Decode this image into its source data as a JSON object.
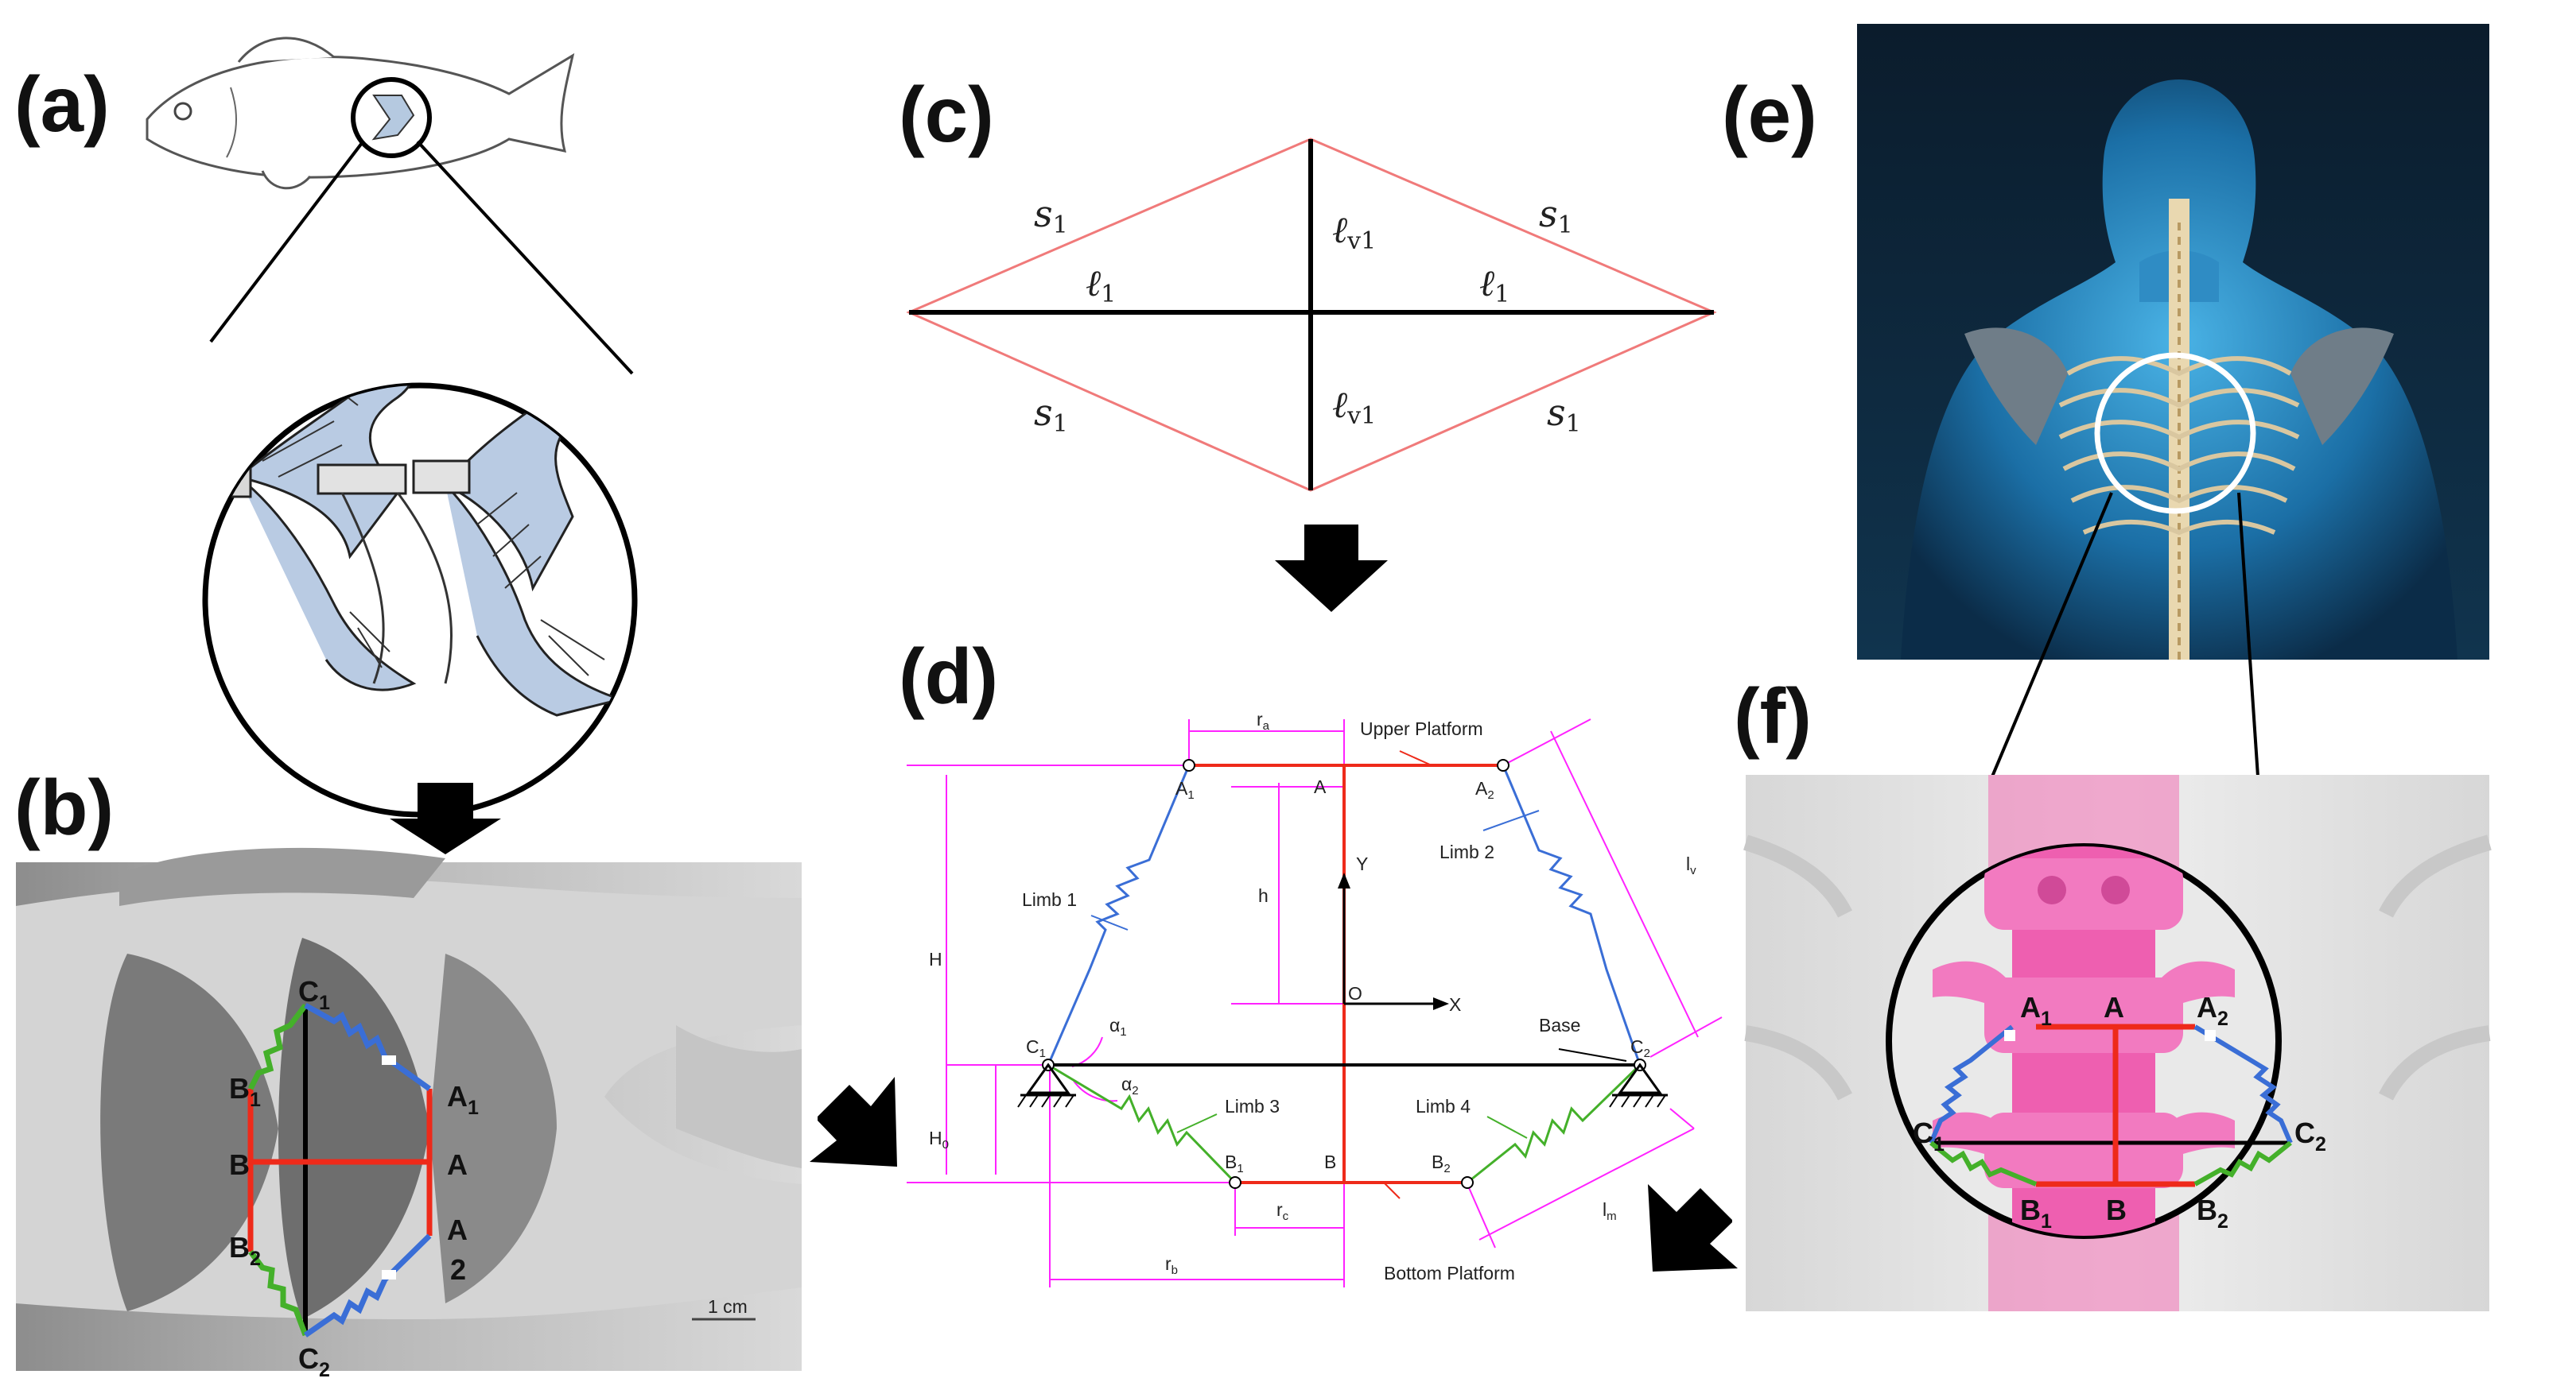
{
  "panels": {
    "a": "(a)",
    "b": "(b)",
    "c": "(c)",
    "d": "(d)",
    "e": "(e)",
    "f": "(f)"
  },
  "panel_c": {
    "s_sym": "s",
    "s_sub": "1",
    "l_sym": "ℓ",
    "l_sub": "1",
    "lv_sym": "ℓ",
    "lv_sub": "v1"
  },
  "panel_d": {
    "r_sym": "r",
    "r_a_sub": "a",
    "r_b_sub": "b",
    "r_c_sub": "c",
    "upper_platform": "Upper Platform",
    "bottom_platform": "Bottom Platform",
    "A": "A",
    "B": "B",
    "A_sym": "A",
    "B_sym": "B",
    "C_sym": "C",
    "sub1": "1",
    "sub2": "2",
    "limb1": "Limb 1",
    "limb2": "Limb 2",
    "limb3": "Limb 3",
    "limb4": "Limb 4",
    "H": "H",
    "H0_sym": "H",
    "H0_sub": "0",
    "h": "h",
    "Y": "Y",
    "X": "X",
    "O": "O",
    "base": "Base",
    "alpha_sym": "α",
    "l_sym": "l",
    "lm_sub": "m",
    "lv_sub": "v"
  },
  "panel_b": {
    "A": "A",
    "B": "B",
    "sub1": "1",
    "sub2": "2",
    "C_sym": "C",
    "A_sym": "A",
    "B_sym": "B",
    "A2_sub": "2",
    "scale": "1 cm"
  },
  "panel_f": {
    "A": "A",
    "B": "B",
    "A_sym": "A",
    "B_sym": "B",
    "C_sym": "C",
    "sub1": "1",
    "sub2": "2"
  },
  "colors": {
    "pink": "#ff22ff",
    "red": "#ee2a1a",
    "blue": "#3a6ed6",
    "green": "#44b02a",
    "black": "#000000",
    "salmon": "#f07a7a"
  }
}
